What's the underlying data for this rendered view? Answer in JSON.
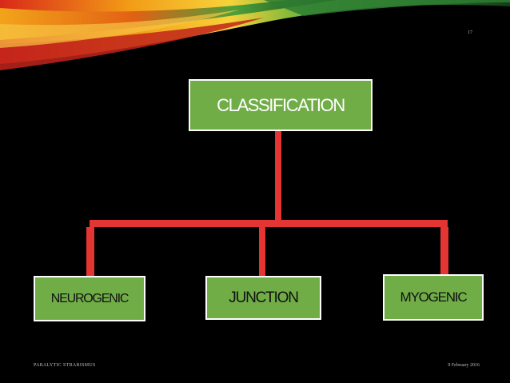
{
  "slide": {
    "page_number": "17",
    "footer_left": "PARALYTIC STRABISMUS",
    "footer_right": "9 February 2016"
  },
  "diagram": {
    "root": "CLASSIFICATION",
    "children": [
      "NEUROGENIC",
      "JUNCTION",
      "MYOGENIC"
    ]
  },
  "colors": {
    "box_fill": "#70ad47",
    "box_border": "#ffffff",
    "connector": "#e33532",
    "background": "#000000"
  }
}
